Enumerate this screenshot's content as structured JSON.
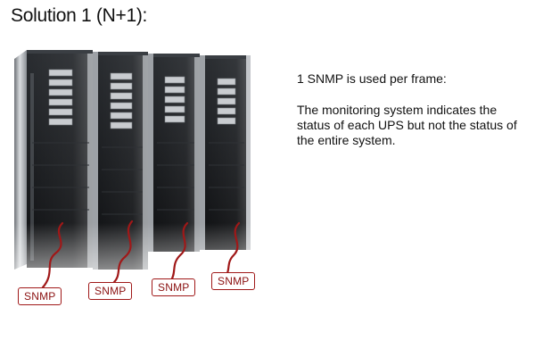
{
  "slide": {
    "title": "Solution 1 (N+1):"
  },
  "description": {
    "heading": "1 SNMP is used per frame:",
    "body": "The monitoring system indicates the status of each UPS but not the status of the entire system."
  },
  "snmp_tags": [
    {
      "label": "SNMP"
    },
    {
      "label": "SNMP"
    },
    {
      "label": "SNMP"
    },
    {
      "label": "SNMP"
    }
  ],
  "colors": {
    "cable": "#a01818",
    "tag_border": "#a01818",
    "tag_text": "#8a1010",
    "cabinet_dark": "#1a1c1f",
    "cabinet_light": "#c8cbce"
  },
  "icons": [
    "ups-cabinet",
    "snmp-cable"
  ]
}
